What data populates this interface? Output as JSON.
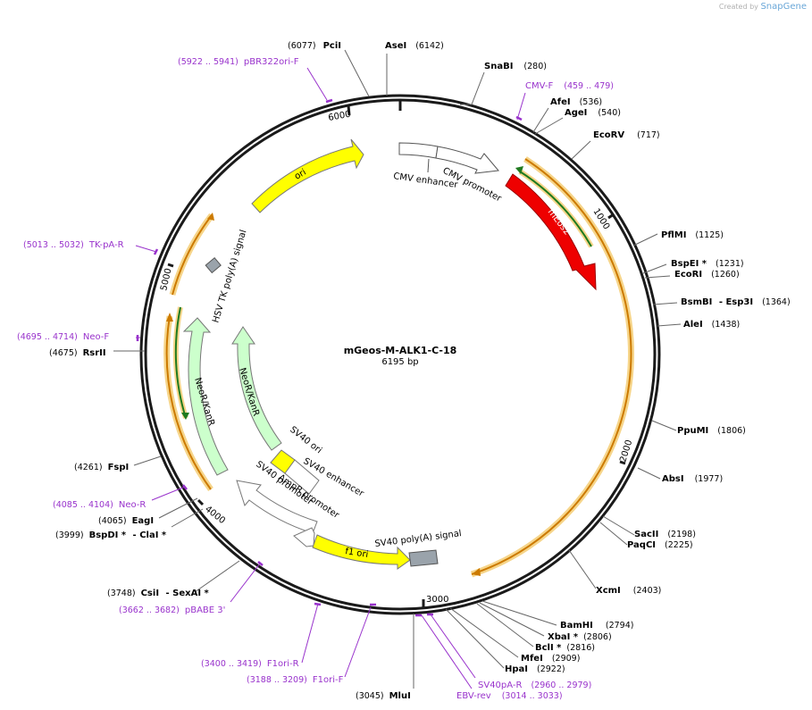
{
  "credit": {
    "prefix": "Created by",
    "brand": "SnapGene"
  },
  "plasmid": {
    "name": "mGeos-M-ALK1-C-18",
    "length_label": "6195 bp",
    "length": 6195
  },
  "ticks": [
    {
      "bp": 1000,
      "label": "1000"
    },
    {
      "bp": 2000,
      "label": "2000"
    },
    {
      "bp": 3000,
      "label": "3000"
    },
    {
      "bp": 4000,
      "label": "4000"
    },
    {
      "bp": 5000,
      "label": "5000"
    },
    {
      "bp": 6000,
      "label": "6000"
    }
  ],
  "features": [
    {
      "name": "mEos2",
      "start": 625,
      "end": 1287,
      "type": "cds-red",
      "label": "mEos2"
    },
    {
      "name": "CMV promoter",
      "start": 240,
      "end": 570,
      "type": "white-arrow",
      "label": "CMV promoter"
    },
    {
      "name": "CMV enhancer",
      "start": 60,
      "end": 240,
      "type": "white-box",
      "label": "CMV enhancer"
    },
    {
      "name": "ori",
      "start": 5430,
      "end": 6020,
      "type": "yellow-arrow",
      "label": "ori"
    },
    {
      "name": "NeoR/KanR inner",
      "start": 4260,
      "end": 4820,
      "type": "green-arrow-ccw",
      "label": "NeoR/KanR"
    },
    {
      "name": "NeoR/KanR outer",
      "start": 3890,
      "end": 4680,
      "type": "green-arrow-ccw",
      "label": "NeoR/KanR"
    },
    {
      "name": "SV40 ori",
      "start": 3600,
      "end": 3700,
      "type": "yellow-box",
      "label": "SV40 ori"
    },
    {
      "name": "SV40 enhancer",
      "start": 3550,
      "end": 3600,
      "type": "white-box",
      "label": "SV40 enhancer"
    },
    {
      "name": "SV40 promoter",
      "start": 3350,
      "end": 3690,
      "type": "white-arrow-ccw",
      "label": "SV40 promoter"
    },
    {
      "name": "AmpR promoter",
      "start": 3280,
      "end": 3380,
      "type": "white-arrow-ccw",
      "label": "AmpR promoter"
    },
    {
      "name": "f1 ori",
      "start": 2810,
      "end": 3250,
      "type": "yellow-arrow-cw",
      "label": "f1 ori"
    },
    {
      "name": "SV40 poly(A) signal",
      "start": 2740,
      "end": 2860,
      "type": "grey-box",
      "label": "SV40 poly(A) signal"
    },
    {
      "name": "HSV TK poly(A) signal",
      "start": 5170,
      "end": 5220,
      "type": "grey-box",
      "label": "HSV TK poly(A) signal"
    }
  ],
  "sites": [
    {
      "name": "AseI",
      "star": "",
      "pos": "(6142)"
    },
    {
      "name": "PciI",
      "star": "",
      "pos": "(6077)"
    },
    {
      "name": "SnaBI",
      "star": "",
      "pos": "(280)"
    },
    {
      "name": "AfeI",
      "star": "",
      "pos": "(536)"
    },
    {
      "name": "AgeI",
      "star": "",
      "pos": "(540)"
    },
    {
      "name": "EcoRV",
      "star": "",
      "pos": "(717)"
    },
    {
      "name": "PflMI",
      "star": "",
      "pos": "(1125)"
    },
    {
      "name": "BspEI",
      "star": " *",
      "pos": "(1231)"
    },
    {
      "name": "EcoRI",
      "star": "",
      "pos": "(1260)"
    },
    {
      "name": "BsmBI",
      "star": "",
      "name2": " - Esp3I",
      "pos": "(1364)"
    },
    {
      "name": "AleI",
      "star": "",
      "pos": "(1438)"
    },
    {
      "name": "PpuMI",
      "star": "",
      "pos": "(1806)"
    },
    {
      "name": "AbsI",
      "star": "",
      "pos": "(1977)"
    },
    {
      "name": "SacII",
      "star": "",
      "pos": "(2198)"
    },
    {
      "name": "PaqCI",
      "star": "",
      "pos": "(2225)"
    },
    {
      "name": "XcmI",
      "star": "",
      "pos": "(2403)"
    },
    {
      "name": "BamHI",
      "star": "",
      "pos": "(2794)"
    },
    {
      "name": "XbaI",
      "star": " *",
      "pos": "(2806)"
    },
    {
      "name": "BclI",
      "star": " *",
      "pos": "(2816)"
    },
    {
      "name": "MfeI",
      "star": "",
      "pos": "(2909)"
    },
    {
      "name": "HpaI",
      "star": "",
      "pos": "(2922)"
    },
    {
      "name": "MluI",
      "star": "",
      "pos": "(3045)"
    },
    {
      "name": "CsiI",
      "star": "",
      "name2": " - SexAI *",
      "pos": "(3748)"
    },
    {
      "name": "BspDI",
      "star": " *",
      "name2": " - ClaI *",
      "pos": "(3999)"
    },
    {
      "name": "EagI",
      "star": "",
      "pos": "(4065)"
    },
    {
      "name": "FspI",
      "star": "",
      "pos": "(4261)"
    },
    {
      "name": "RsrII",
      "star": "",
      "pos": "(4675)"
    }
  ],
  "primers": [
    {
      "name": "CMV-F",
      "range": "(459 .. 479)"
    },
    {
      "name": "pBR322ori-F",
      "range": "(5922 .. 5941)"
    },
    {
      "name": "TK-pA-R",
      "range": "(5013 .. 5032)"
    },
    {
      "name": "Neo-F",
      "range": "(4695 .. 4714)"
    },
    {
      "name": "Neo-R",
      "range": "(4085 .. 4104)"
    },
    {
      "name": "pBABE 3'",
      "range": "(3662 .. 3682)"
    },
    {
      "name": "F1ori-R",
      "range": "(3400 .. 3419)"
    },
    {
      "name": "F1ori-F",
      "range": "(3188 .. 3209)"
    },
    {
      "name": "EBV-rev",
      "range": "(3014 .. 3033)"
    },
    {
      "name": "SV40pA-R",
      "range": "(2960 .. 2979)"
    }
  ],
  "colors": {
    "backbone": "#1a1a1a",
    "primer": "#9933cc",
    "cds": "#ee0000",
    "ori": "#ffff00",
    "neo": "#ccffcc",
    "orf": "#cc7a00",
    "orf_glow": "#f6d58a",
    "green_orf": "#1f7a1f",
    "grey_box": "#9aa3ab"
  }
}
